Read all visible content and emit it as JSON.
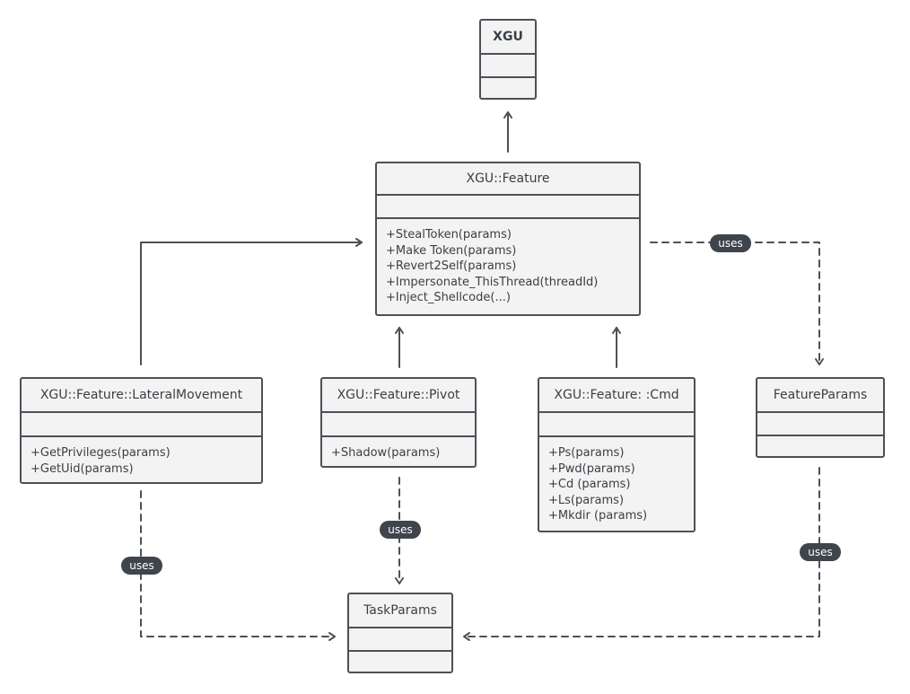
{
  "classes": {
    "xgu": {
      "name": "XGU",
      "operations": []
    },
    "feature": {
      "name": "XGU::Feature",
      "operations": [
        "+StealToken(params)",
        "+Make Token(params)",
        "+Revert2Self(params)",
        "+Impersonate_ThisThread(threadId)",
        "+Inject_Shellcode(...)"
      ]
    },
    "lateral": {
      "name": "XGU::Feature::LateralMovement",
      "operations": [
        "+GetPrivileges(params)",
        "+GetUid(params)"
      ]
    },
    "pivot": {
      "name": "XGU::Feature::Pivot",
      "operations": [
        "+Shadow(params)"
      ]
    },
    "cmd": {
      "name": "XGU::Feature: :Cmd",
      "operations": [
        "+Ps(params)",
        "+Pwd(params)",
        "+Cd (params)",
        "+Ls(params)",
        "+Mkdir (params)"
      ]
    },
    "feature_params": {
      "name": "FeatureParams",
      "operations": []
    },
    "task_params": {
      "name": "TaskParams",
      "operations": []
    }
  },
  "relations": [
    {
      "from": "feature",
      "to": "xgu",
      "kind": "inheritance",
      "label": ""
    },
    {
      "from": "lateral",
      "to": "feature",
      "kind": "inheritance",
      "label": ""
    },
    {
      "from": "pivot",
      "to": "feature",
      "kind": "inheritance",
      "label": ""
    },
    {
      "from": "cmd",
      "to": "feature",
      "kind": "inheritance",
      "label": ""
    },
    {
      "from": "feature",
      "to": "feature_params",
      "kind": "dependency",
      "label": "uses"
    },
    {
      "from": "lateral",
      "to": "task_params",
      "kind": "dependency",
      "label": "uses"
    },
    {
      "from": "pivot",
      "to": "task_params",
      "kind": "dependency",
      "label": "uses"
    },
    {
      "from": "feature_params",
      "to": "task_params",
      "kind": "dependency",
      "label": "uses"
    }
  ]
}
